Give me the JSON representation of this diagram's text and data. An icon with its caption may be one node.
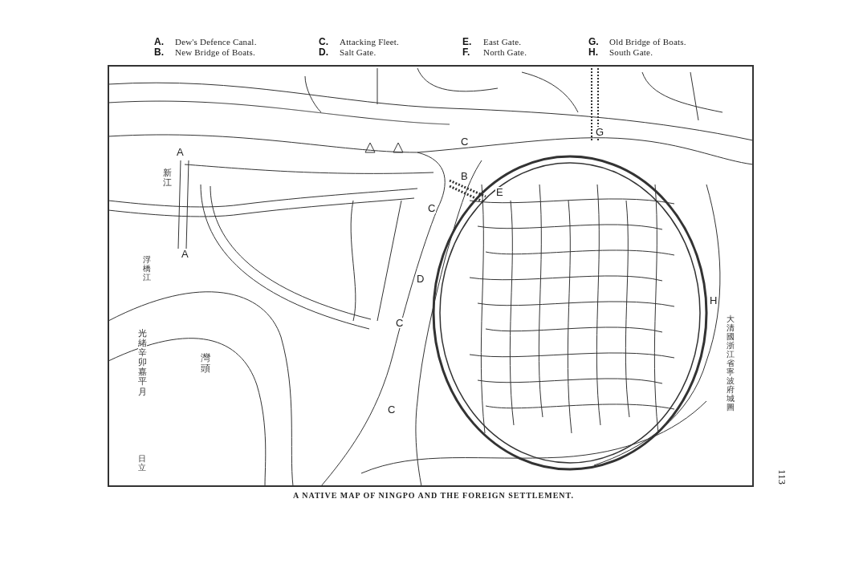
{
  "diagram": {
    "caption": "A NATIVE MAP OF NINGPO AND THE FOREIGN SETTLEMENT.",
    "labels": [
      "A.",
      "Dew's Defence Canal.",
      "C.",
      "Attacking Fleet.",
      "E.",
      "East Gate.",
      "G.",
      "Old Bridge of Boats.",
      "B.",
      "New Bridge of Boats.",
      "D.",
      "Salt Gate.",
      "F.",
      "North Gate.",
      "H.",
      "South Gate.",
      "A",
      "新江",
      "G",
      "C",
      "B",
      "E",
      "C",
      "A",
      "浮橋江",
      "D",
      "H",
      "C",
      "大清國浙江省寧波府城圖",
      "光緒辛卯嘉平月",
      "灣頭",
      "C",
      "日立",
      "113"
    ]
  }
}
